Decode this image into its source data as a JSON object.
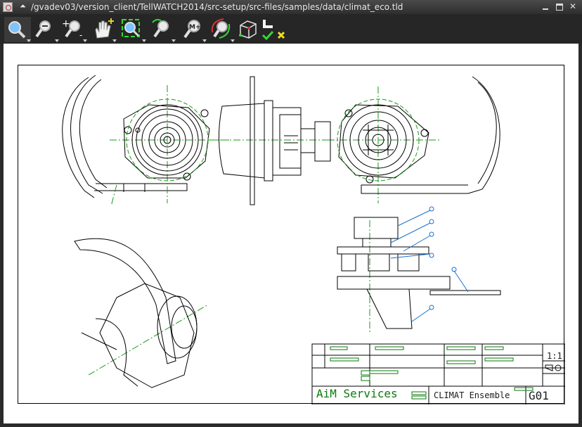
{
  "window": {
    "title": "/gvadev03/version_client/TellWATCH2014/src-setup/src-files/samples/data/climat_eco.tld",
    "shade_glyph": "⏶",
    "close_glyph": "✕"
  },
  "toolbar": {
    "tools": [
      {
        "name": "zoom-tool",
        "icon": "magnifier-icon",
        "has_dropdown": true,
        "active": true
      },
      {
        "name": "zoom-out-tool",
        "icon": "zoom-out-icon",
        "has_dropdown": true
      },
      {
        "name": "zoom-in-out-tool",
        "icon": "zoom-in-out-icon",
        "has_dropdown": true
      },
      {
        "name": "pan-tool",
        "icon": "hand-icon",
        "has_dropdown": true
      },
      {
        "name": "zoom-fit-tool",
        "icon": "zoom-fit-icon",
        "has_dropdown": true
      },
      {
        "name": "zoom-previous-tool",
        "icon": "zoom-previous-icon",
        "has_dropdown": true
      },
      {
        "name": "zoom-memory-tool",
        "icon": "zoom-memory-icon",
        "has_dropdown": true
      },
      {
        "name": "zoom-rotate-tool",
        "icon": "zoom-rotate-icon",
        "has_dropdown": true
      },
      {
        "name": "view-3d-tool",
        "icon": "cube-icon",
        "has_dropdown": false
      },
      {
        "name": "accept-reject-tool",
        "icon": "check-cross-icon",
        "has_dropdown": false
      }
    ],
    "memory_label": "M+"
  },
  "title_block": {
    "company": "AiM Services",
    "designation": "CLIMAT Ensemble",
    "code": "G01",
    "scale": "1:1"
  },
  "colors": {
    "accent_green": "#0a7a0a",
    "annotation_blue": "#1a6fd0",
    "centerline_green": "#1a9a1a"
  }
}
